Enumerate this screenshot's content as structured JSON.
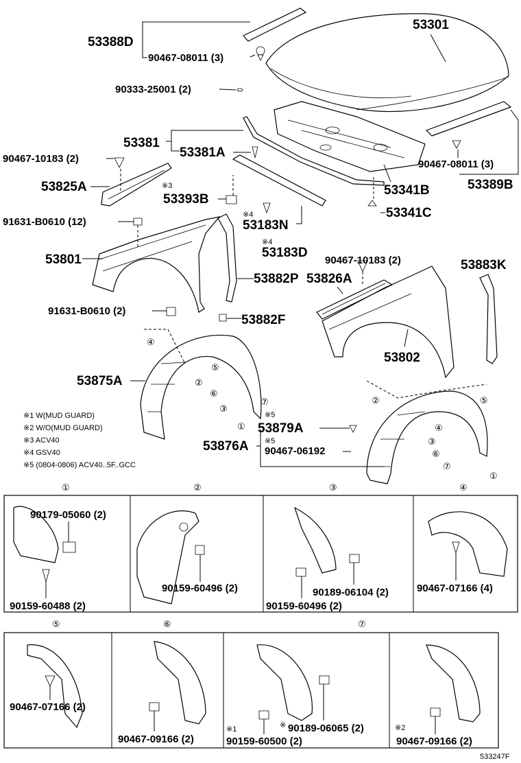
{
  "parts": {
    "p53301": "53301",
    "p53388D": "53388D",
    "p90467_08011_3_left": "90467-08011 (3)",
    "p90333_25001": "90333-25001 (2)",
    "p53381": "53381",
    "p53381A": "53381A",
    "p90467_10183_left": "90467-10183 (2)",
    "p53825A": "53825A",
    "p53393B": "53393B",
    "p91631_B0610_12": "91631-B0610 (12)",
    "p53183N": "53183N",
    "p53183D": "53183D",
    "p53801": "53801",
    "p53882P": "53882P",
    "p91631_B0610_2": "91631-B0610 (2)",
    "p53882F": "53882F",
    "p53341B": "53341B",
    "p53341C": "53341C",
    "p53389B": "53389B",
    "p90467_08011_3_right": "90467-08011 (3)",
    "p90467_10183_right": "90467-10183 (2)",
    "p53826A": "53826A",
    "p53883K": "53883K",
    "p53802": "53802",
    "p53875A": "53875A",
    "p53879A": "53879A",
    "p53876A": "53876A",
    "p90467_06192": "90467-06192"
  },
  "markers": {
    "m3": "※3",
    "m4a": "※4",
    "m4b": "※4",
    "m5a": "※5",
    "m5b": "※5",
    "m1": "※1",
    "m2": "※2",
    "mplain": "※"
  },
  "notes": [
    "※1 W(MUD GUARD)",
    "※2 W/O(MUD GUARD)",
    "※3 ACV40",
    "※4 GSV40",
    "※5 (0804-0806) ACV40..5F..GCC"
  ],
  "circled": {
    "c1": "①",
    "c2": "②",
    "c3": "③",
    "c4": "④",
    "c5": "⑤",
    "c6": "⑥",
    "c7": "⑦"
  },
  "details": {
    "d1_a": "90179-05060 (2)",
    "d1_b": "90159-60488 (2)",
    "d2_a": "90159-60496 (2)",
    "d3_a": "90189-06104 (2)",
    "d3_b": "90159-60496 (2)",
    "d4_a": "90467-07166 (4)",
    "d5_a": "90467-07166 (2)",
    "d6_a": "90467-09166 (2)",
    "d7_a": "90189-06065 (2)",
    "d7_b": "90159-60500 (2)",
    "d8_a": "90467-09166 (2)"
  },
  "figure_code": "533247F"
}
